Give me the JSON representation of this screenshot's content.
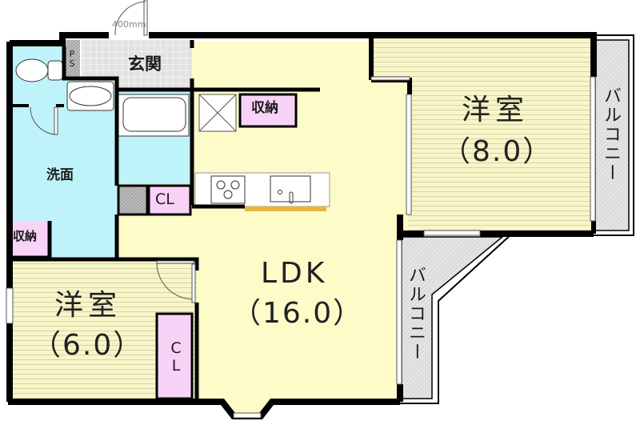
{
  "plan": {
    "dimension_note": "400mm",
    "colors": {
      "wall": "#000000",
      "ldk_floor": "#fdfbc8",
      "bedroom_floor": "#f8f6c8",
      "bedroom_lines": "#d6d3a8",
      "wet_area": "#bff3fa",
      "storage": "#f9d2f7",
      "entrance_tile": "#dcdcdc",
      "balcony": "#dedede",
      "counter_trim": "#e8b53a"
    },
    "rooms": {
      "bedroom_large": {
        "name": "洋室",
        "area": "（8.0）"
      },
      "bedroom_small": {
        "name": "洋室",
        "area": "（6.0）"
      },
      "ldk": {
        "name": "LDK",
        "area": "（16.0）"
      },
      "entrance": {
        "name": "玄関"
      },
      "washroom": {
        "name": "洗面"
      },
      "pipe_space": {
        "name": "PS"
      },
      "storage_kitchen": {
        "name": "収納"
      },
      "storage_wash": {
        "name": "収納"
      },
      "closet_bath": {
        "name": "CL"
      },
      "closet_bedroom": {
        "name": "CL"
      },
      "balcony_east": {
        "name": "バルコニー"
      },
      "balcony_south": {
        "name": "バルコニー"
      }
    }
  }
}
